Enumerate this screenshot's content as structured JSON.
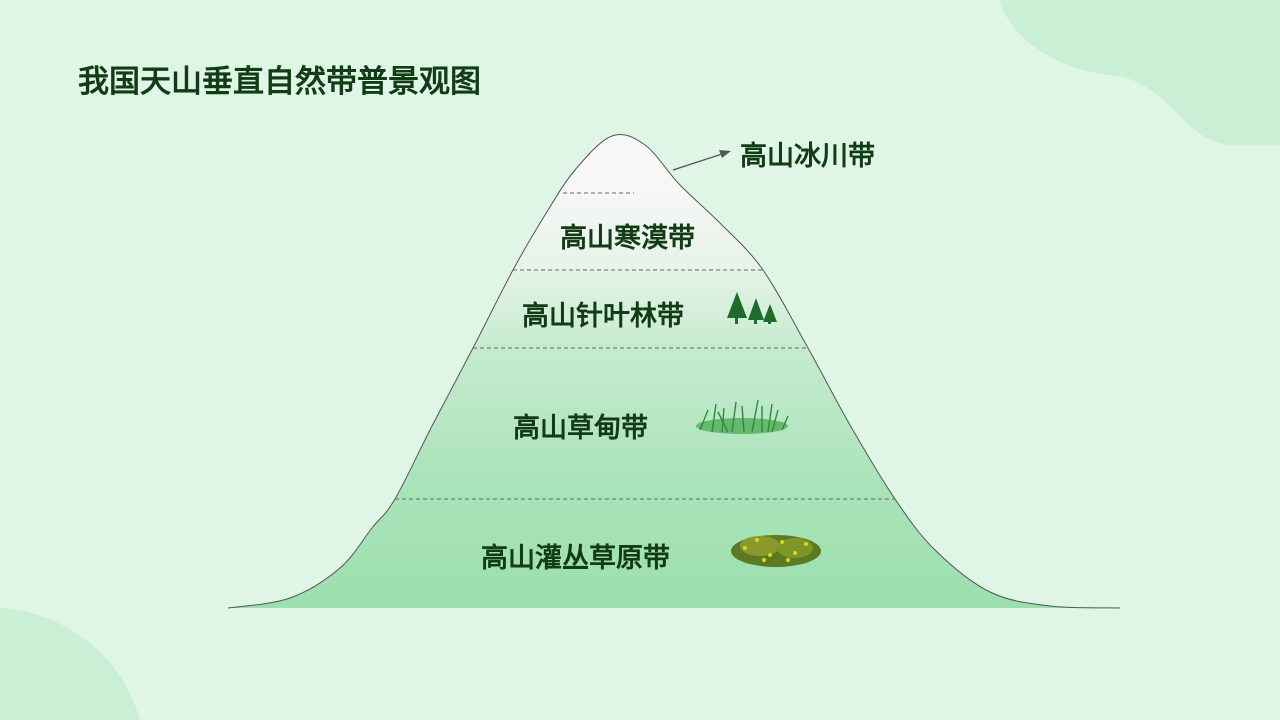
{
  "title": "我国天山垂直自然带普景观图",
  "zones": [
    {
      "label": "高山冰川带",
      "icon": "arrow-icon"
    },
    {
      "label": "高山寒漠带",
      "icon": ""
    },
    {
      "label": "高山针叶林带",
      "icon": "pine-trees-icon"
    },
    {
      "label": "高山草甸带",
      "icon": "grass-icon"
    },
    {
      "label": "高山灌丛草原带",
      "icon": "shrub-icon"
    }
  ],
  "colors": {
    "background": "#dff5e5",
    "text": "#123c16",
    "mountain_base": "#9ddfae",
    "mountain_top": "#f7f7f7"
  }
}
